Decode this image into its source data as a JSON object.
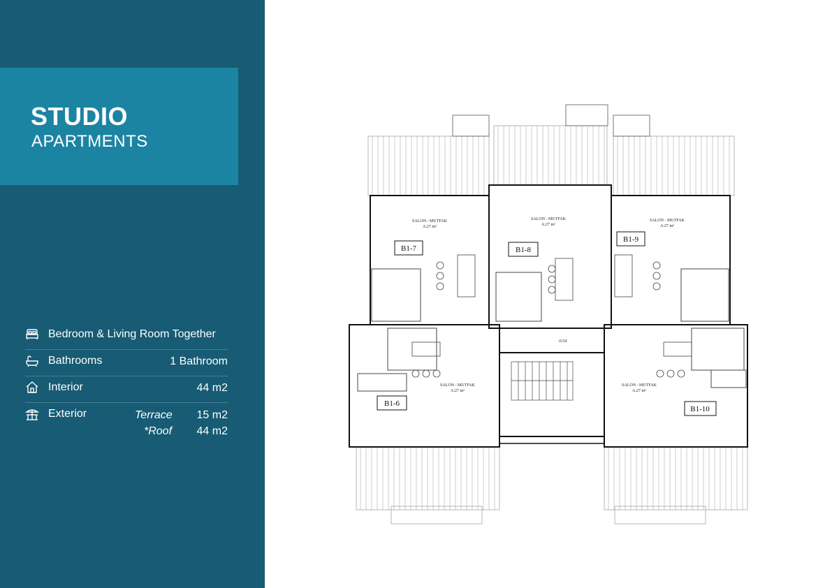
{
  "header": {
    "title": "STUDIO",
    "subtitle": "APARTMENTS"
  },
  "specs": {
    "bedroom": {
      "icon": "bed-icon",
      "label": "Bedroom & Living Room Together"
    },
    "bathrooms": {
      "icon": "bathtub-icon",
      "label": "Bathrooms",
      "value": "1 Bathroom"
    },
    "interior": {
      "icon": "house-icon",
      "label": "Interior",
      "value": "44 m2"
    },
    "exterior": {
      "icon": "terrace-icon",
      "label": "Exterior",
      "terrace_label": "Terrace",
      "terrace_value": "15 m2",
      "roof_label": "*Roof",
      "roof_value": "44 m2"
    }
  },
  "floor_plan": {
    "units": [
      "B1-7",
      "B1-8",
      "B1-9",
      "B1-6",
      "B1-10"
    ],
    "room_label": "SALON - MUTFAK",
    "area_label": "A:27 m²",
    "level_label": "-0.54"
  },
  "colors": {
    "sidebar": "#175b74",
    "title_box": "#1c84a3",
    "text": "#ffffff"
  }
}
